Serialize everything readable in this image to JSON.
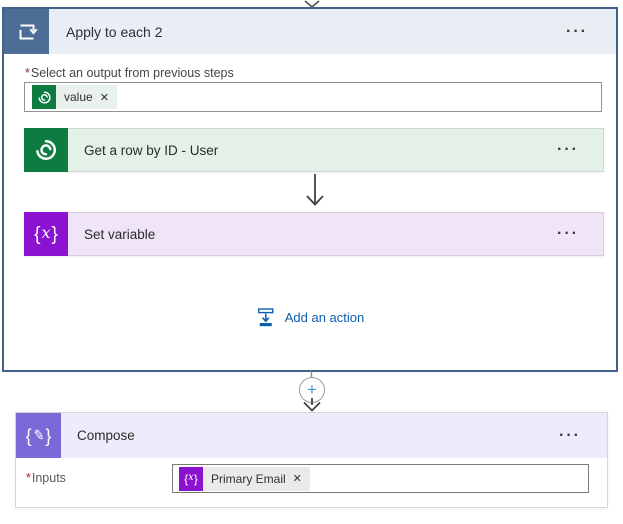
{
  "app": {
    "name": "Flow designer canvas"
  },
  "colors": {
    "loop_border": "#44618B",
    "loop_icon_bg": "#4E6D96",
    "loop_header_bg": "#E9EEF4",
    "dataverse_green": "#0E7C41",
    "dataverse_header_bg": "#E5F0E9",
    "variable_purple": "#8A12D0",
    "variable_header_bg": "#F0E5F6",
    "compose_purple": "#7D68D8",
    "compose_header_bg": "#EFEBFA",
    "link_blue": "#0B5FAF",
    "plus_blue": "#3D96D6",
    "required_red": "#A4262C"
  },
  "loop": {
    "title": "Apply to each 2",
    "menu_ellipsis": "···",
    "required_mark": "*",
    "field_label": "Select an output from previous steps",
    "token": {
      "label": "value",
      "remove_glyph": "✕"
    },
    "actions": [
      {
        "title": "Get a row by ID - User",
        "menu_ellipsis": "···"
      },
      {
        "title": "Set variable",
        "menu_ellipsis": "···"
      }
    ],
    "add_action": {
      "label": "Add an action"
    }
  },
  "connector": {
    "plus_glyph": "+"
  },
  "compose": {
    "title": "Compose",
    "menu_ellipsis": "···",
    "required_mark": "*",
    "field_label": "Inputs",
    "token": {
      "label": "Primary Email",
      "remove_glyph": "✕"
    }
  },
  "icons": {
    "variable": {
      "open": "{",
      "x": "x",
      "close": "}"
    },
    "compose": {
      "open": "{",
      "pencil": "✎",
      "close": "}"
    }
  }
}
